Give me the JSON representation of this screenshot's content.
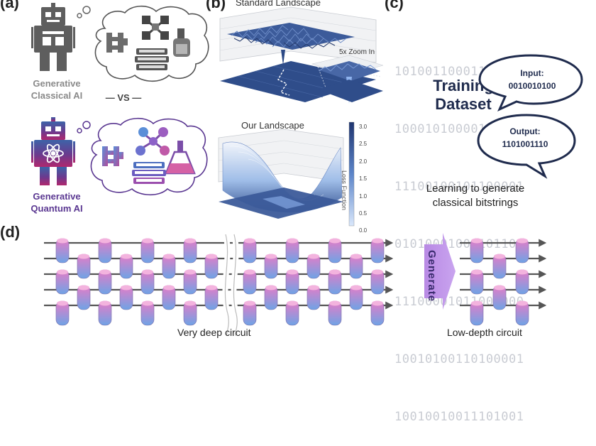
{
  "panel_a": {
    "label": "(a)",
    "classical_caption": [
      "Generative",
      "Classical AI"
    ],
    "vs": "— VS —",
    "quantum_caption": [
      "Generative",
      "Quantum AI"
    ]
  },
  "panel_b": {
    "label": "(b)",
    "top_title": "Standard Landscape",
    "zoom_label": "5x Zoom In",
    "bottom_title": "Our Landscape",
    "colorbar_label": "Loss Function",
    "colorbar_ticks": [
      "3.0",
      "2.5",
      "2.0",
      "1.5",
      "1.0",
      "0.5",
      "0.0"
    ]
  },
  "panel_c": {
    "label": "(c)",
    "bit_rows": [
      "10100110001110001",
      "10001010000111101",
      "11100100101100001",
      "01010001001101101",
      "11100001011001000",
      "10010100110100001",
      "10010010011101001"
    ],
    "training_dataset": [
      "Training",
      "Dataset"
    ],
    "input_label": "Input:",
    "input_value": "0010010100",
    "output_label": "Output:",
    "output_value": "1101001110",
    "caption": [
      "Learning to generate",
      "classical bitstrings"
    ]
  },
  "panel_d": {
    "label": "(d)",
    "generate_label": "Generate",
    "left_caption": "Very deep circuit",
    "right_caption": "Low-depth circuit"
  },
  "colors": {
    "navy": "#1f2b4d",
    "purple": "#5a3791",
    "pink": "#e77bc6",
    "blue": "#6fa3e5",
    "gray_robot": "#5e5e5e"
  }
}
